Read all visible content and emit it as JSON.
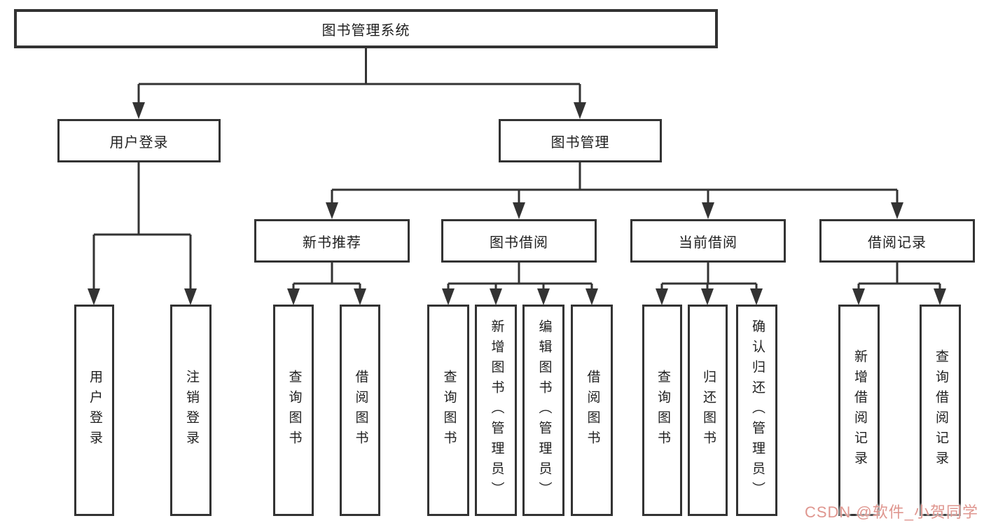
{
  "colors": {
    "line": "#333333",
    "text": "#1f1f1f",
    "background": "#ffffff",
    "watermark": "#df968f"
  },
  "tree": {
    "label": "图书管理系统",
    "children": [
      {
        "label": "用户登录",
        "children": [
          {
            "label": "用户登录"
          },
          {
            "label": "注销登录"
          }
        ]
      },
      {
        "label": "图书管理",
        "children": [
          {
            "label": "新书推荐",
            "children": [
              {
                "label": "查询图书"
              },
              {
                "label": "借阅图书"
              }
            ]
          },
          {
            "label": "图书借阅",
            "children": [
              {
                "label": "查询图书"
              },
              {
                "label": "新增图书（管理员）"
              },
              {
                "label": "编辑图书（管理员）"
              },
              {
                "label": "借阅图书"
              }
            ]
          },
          {
            "label": "当前借阅",
            "children": [
              {
                "label": "查询图书"
              },
              {
                "label": "归还图书"
              },
              {
                "label": "确认归还（管理员）"
              }
            ]
          },
          {
            "label": "借阅记录",
            "children": [
              {
                "label": "新增借阅记录"
              },
              {
                "label": "查询借阅记录"
              }
            ]
          }
        ]
      }
    ]
  },
  "watermark": {
    "text": "CSDN @软件_小贺同学"
  }
}
